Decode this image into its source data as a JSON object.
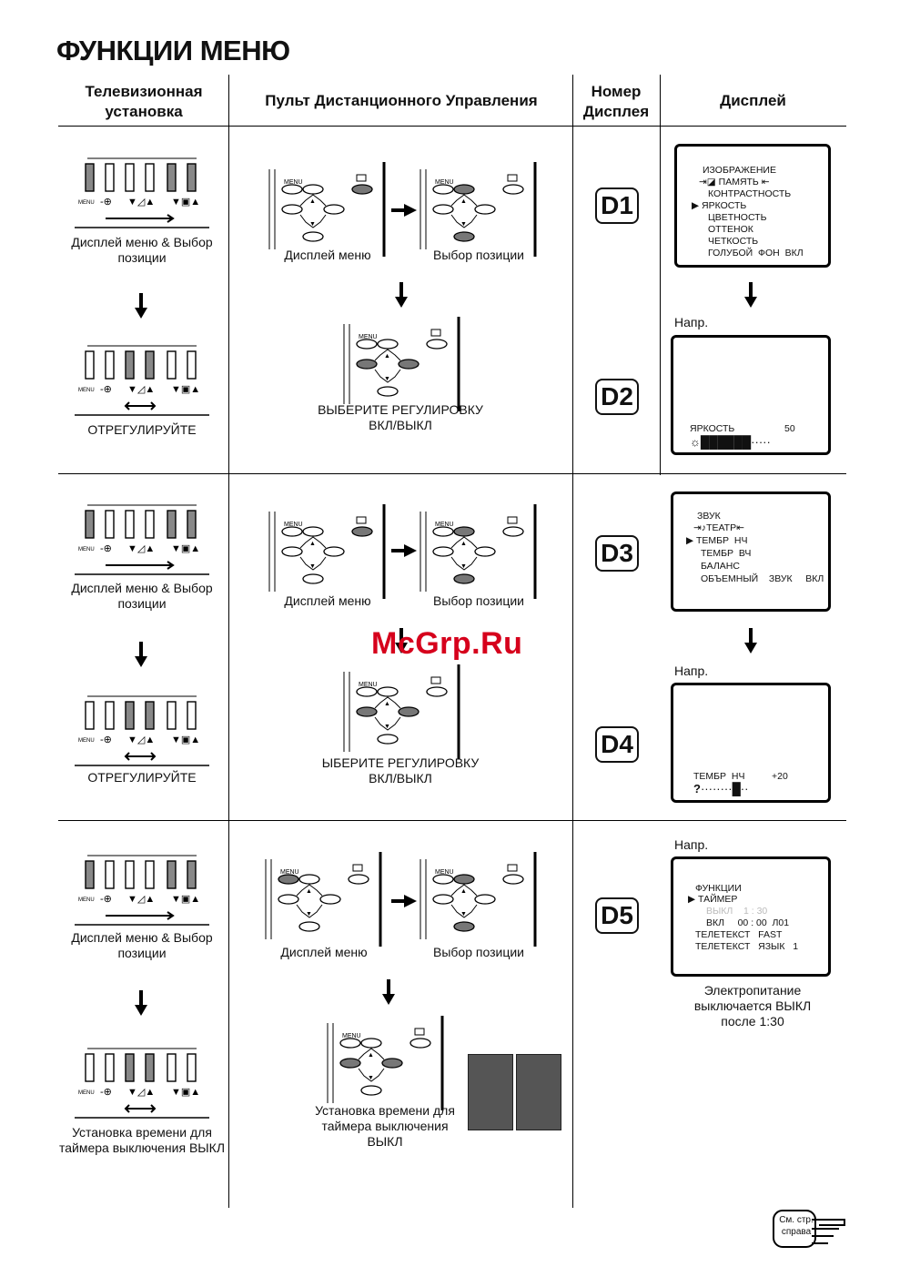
{
  "page_title": "ФУНКЦИИ МЕНЮ",
  "headers": {
    "col1": "Телевизионная установка",
    "col2": "Пульт Дистанционного Управления",
    "col3": "Номер Дисплея",
    "col4": "Дисплей"
  },
  "sections": [
    {
      "tv_top_caption": "Дисплей меню & Выбор позиции",
      "tv_bottom_caption": "ОТРЕГУЛИРУЙТЕ",
      "remote_left_caption": "Дисплей меню",
      "remote_right_caption": "Выбор позиции",
      "remote_bottom_caption": "ВЫБЕРИТЕ РЕГУЛИРОВКУ ВКЛ/ВЫКЛ",
      "display_codes": [
        "D1",
        "D2"
      ],
      "screen_menu": [
        "ИЗОБРАЖЕНИЕ",
        "ПАМЯТЬ",
        "КОНТРАСТНОСТЬ",
        "ЯРКОСТЬ",
        "ЦВЕТНОСТЬ",
        "ОТТЕНОК",
        "ЧЕТКОСТЬ",
        "ГОЛУБОЙ  ФОН  ВКЛ"
      ],
      "example_label": "Напр.",
      "screen_adjust_label": "ЯРКОСТЬ",
      "screen_adjust_value": "50",
      "screen_adjust_level": 0.5
    },
    {
      "tv_top_caption": "Дисплей меню & Выбор позиции",
      "tv_bottom_caption": "ОТРЕГУЛИРУЙТЕ",
      "remote_left_caption": "Дисплей меню",
      "remote_right_caption": "Выбор позиции",
      "remote_bottom_caption": "ЫБЕРИТЕ РЕГУЛИРОВКУ ВКЛ/ВЫКЛ",
      "display_codes": [
        "D3",
        "D4"
      ],
      "screen_menu": [
        "ЗВУК",
        "ТЕАТР",
        "ТЕМБР  НЧ",
        "ТЕМБР  ВЧ",
        "БАЛАНС",
        "ОБЪЕМНЫЙ    ЗВУК     ВКЛ"
      ],
      "example_label": "Напр.",
      "screen_adjust_label": "ТЕМБР  НЧ",
      "screen_adjust_value": "+20",
      "screen_adjust_level": 0.7
    },
    {
      "tv_top_caption": "Дисплей меню & Выбор позиции",
      "tv_bottom_caption": "Установка времени для таймера выключения ВЫКЛ",
      "remote_left_caption": "Дисплей меню",
      "remote_right_caption": "Выбор позиции",
      "remote_bottom_caption": "Установка времени для таймера выключения ВЫКЛ",
      "display_codes": [
        "D5"
      ],
      "example_label": "Напр.",
      "screen_menu": [
        "ФУНКЦИИ",
        "ТАЙМЕР",
        "ВЫКЛ    1 : 30",
        "ВКЛ     00 : 00  Л01",
        "ТЕЛЕТЕКСТ   FAST",
        "ТЕЛЕТЕКСТ   ЯЗЫК   1"
      ],
      "note": "Электропитание выключается ВЫКЛ после 1:30"
    }
  ],
  "button_labels": {
    "menu": "MENU"
  },
  "watermark": "McGrp.Ru",
  "see_page": "См. стр. справа"
}
